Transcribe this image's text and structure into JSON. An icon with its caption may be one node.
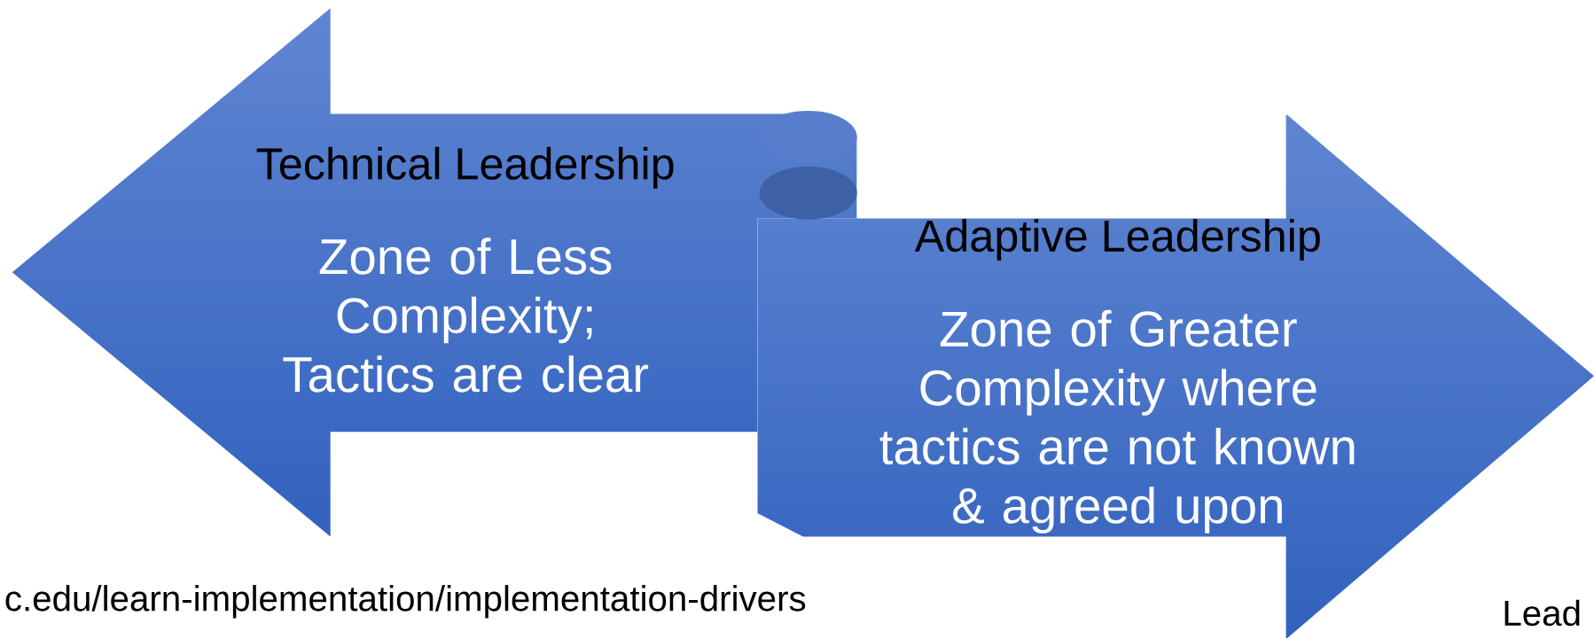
{
  "diagram": {
    "nodes": [
      {
        "text": [
          "Technical Leadership",
          "Zone of Less Complexity; Tactics are clear"
        ]
      },
      {
        "text": [
          "Adaptive Leadership",
          "Zone of Greater Complexity where tactics are not known & agreed upon"
        ]
      }
    ],
    "labels": [
      "c.edu/learn-implementation/implementation-drivers",
      "Lead"
    ]
  }
}
